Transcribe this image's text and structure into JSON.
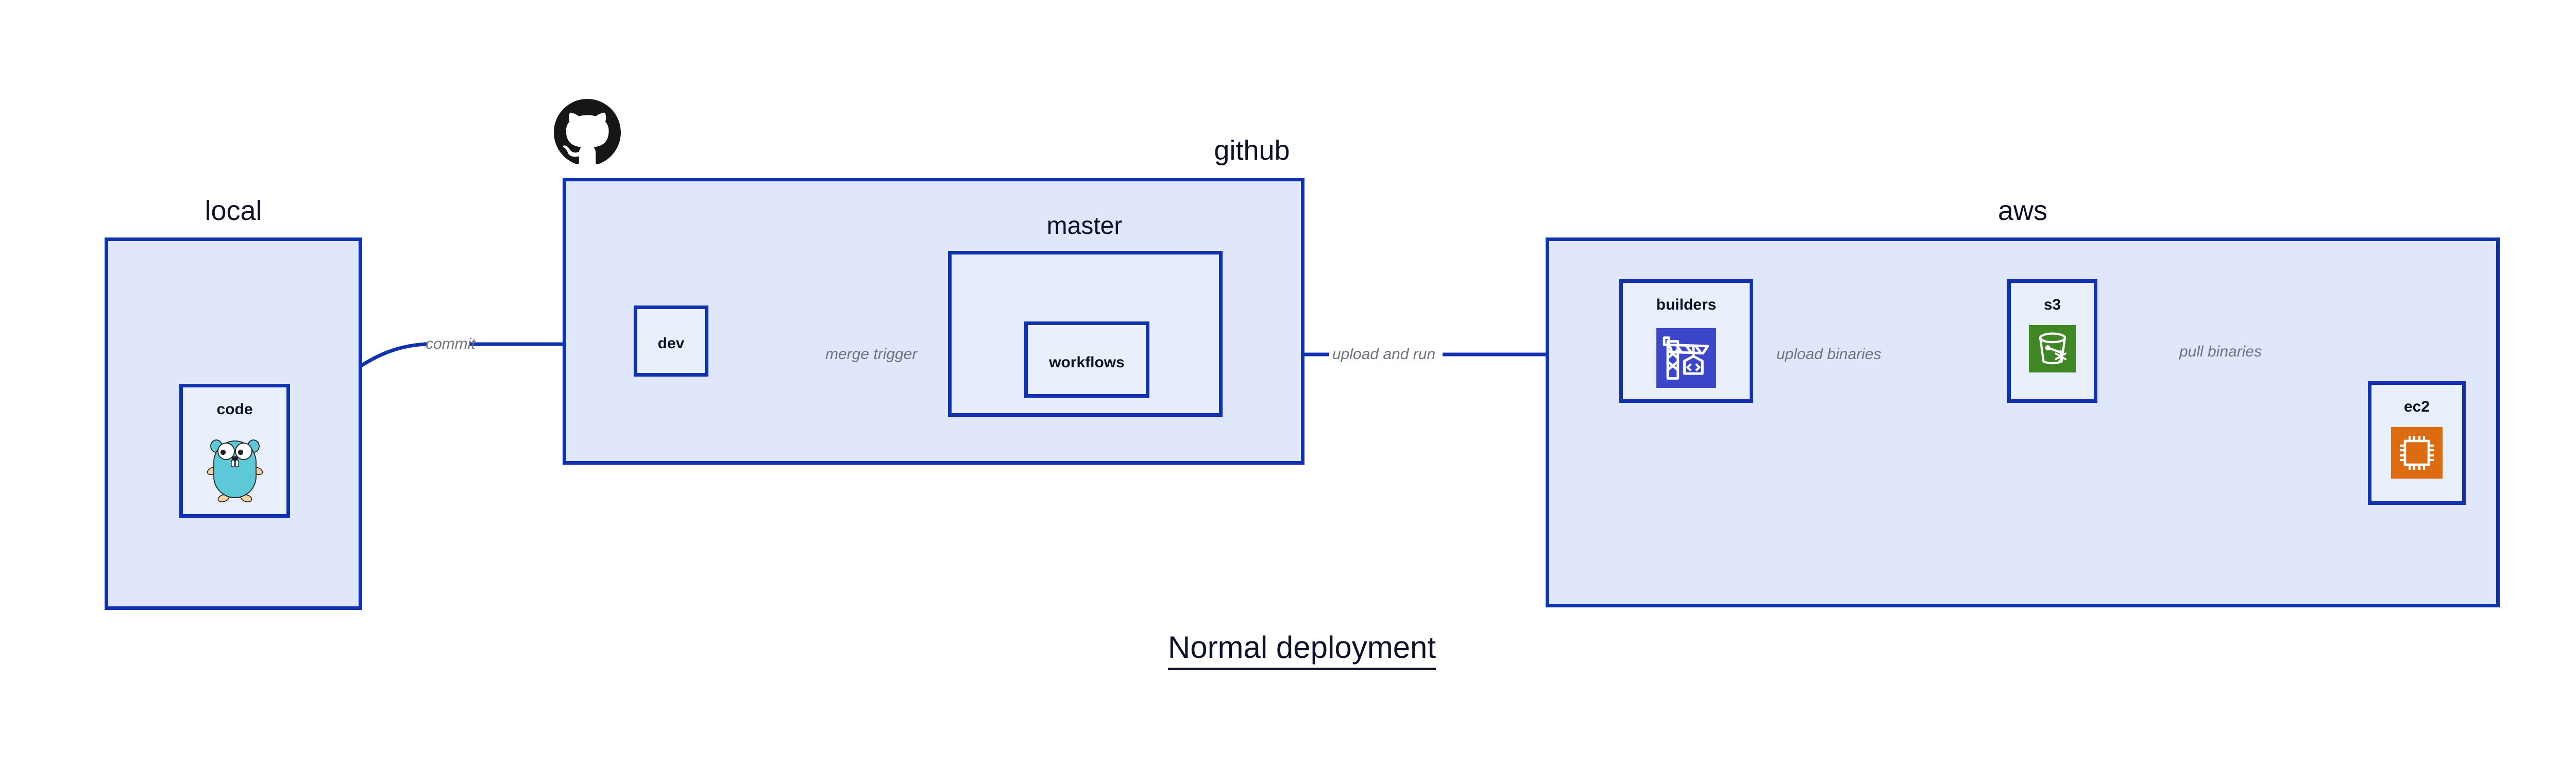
{
  "diagram": {
    "caption": "Normal deployment",
    "accent_border": "#1032ae",
    "zone_fill": "#e1e7fb",
    "node_fill": "#eaeffc",
    "label_color": "#6f7380",
    "text_color": "#0d1228"
  },
  "zones": [
    {
      "id": "local",
      "label": "local",
      "nodes": [
        {
          "id": "code",
          "label": "code",
          "icon": "go-gopher-icon"
        }
      ]
    },
    {
      "id": "github",
      "label": "github",
      "logo": "github-octocat-icon",
      "nodes": [
        {
          "id": "dev",
          "label": "dev",
          "icon": "none"
        }
      ],
      "subzones": [
        {
          "id": "master",
          "label": "master",
          "nodes": [
            {
              "id": "workflows",
              "label": "workflows",
              "icon": "none"
            }
          ]
        }
      ]
    },
    {
      "id": "aws",
      "label": "aws",
      "nodes": [
        {
          "id": "builders",
          "label": "builders",
          "icon": "aws-codebuild-crane-icon",
          "icon_color": "#3c46c8"
        },
        {
          "id": "s3",
          "label": "s3",
          "icon": "aws-s3-bucket-icon",
          "icon_color": "#3f8624"
        },
        {
          "id": "ec2",
          "label": "ec2",
          "icon": "aws-ec2-chip-icon",
          "icon_color": "#dd6b10"
        }
      ]
    }
  ],
  "edges": [
    {
      "id": "commit",
      "label": "commit",
      "from": "code",
      "to": "dev"
    },
    {
      "id": "merge-trigger",
      "label": "merge trigger",
      "from": "dev",
      "to": "workflows"
    },
    {
      "id": "upload-and-run",
      "label": "upload and run",
      "from": "workflows",
      "to": "builders"
    },
    {
      "id": "upload-binaries",
      "label": "upload binaries",
      "from": "builders",
      "to": "s3"
    },
    {
      "id": "pull-binaries",
      "label": "pull binaries",
      "from": "s3",
      "to": "ec2"
    }
  ]
}
